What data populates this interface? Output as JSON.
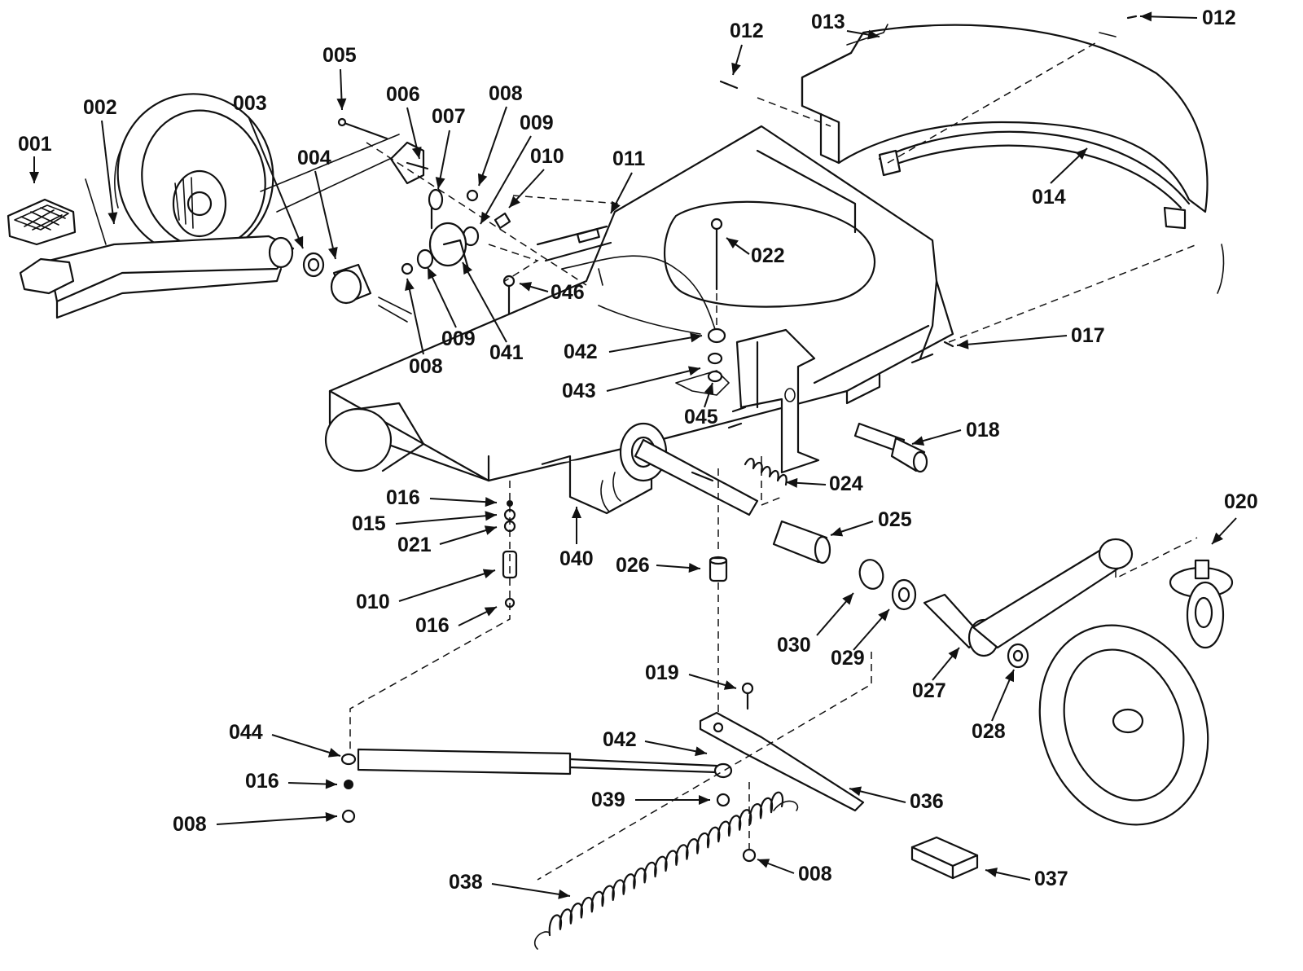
{
  "diagram": {
    "callouts": [
      "001",
      "002",
      "003",
      "004",
      "005",
      "006",
      "007",
      "008",
      "009",
      "010",
      "011",
      "012",
      "013",
      "014",
      "015",
      "016",
      "017",
      "018",
      "019",
      "020",
      "021",
      "022",
      "024",
      "025",
      "026",
      "027",
      "028",
      "029",
      "030",
      "036",
      "037",
      "038",
      "039",
      "040",
      "041",
      "042",
      "043",
      "044",
      "045",
      "046"
    ],
    "labels": [
      {
        "id": "001",
        "text": "001"
      },
      {
        "id": "002",
        "text": "002"
      },
      {
        "id": "003",
        "text": "003"
      },
      {
        "id": "004",
        "text": "004"
      },
      {
        "id": "005",
        "text": "005"
      },
      {
        "id": "006",
        "text": "006"
      },
      {
        "id": "007",
        "text": "007"
      },
      {
        "id": "008a",
        "text": "008"
      },
      {
        "id": "009a",
        "text": "009"
      },
      {
        "id": "010a",
        "text": "010"
      },
      {
        "id": "011",
        "text": "011"
      },
      {
        "id": "012a",
        "text": "012"
      },
      {
        "id": "013",
        "text": "013"
      },
      {
        "id": "012b",
        "text": "012"
      },
      {
        "id": "014",
        "text": "014"
      },
      {
        "id": "022",
        "text": "022"
      },
      {
        "id": "046",
        "text": "046"
      },
      {
        "id": "008b",
        "text": "008"
      },
      {
        "id": "009b",
        "text": "009"
      },
      {
        "id": "041",
        "text": "041"
      },
      {
        "id": "042a",
        "text": "042"
      },
      {
        "id": "043",
        "text": "043"
      },
      {
        "id": "045",
        "text": "045"
      },
      {
        "id": "017",
        "text": "017"
      },
      {
        "id": "018",
        "text": "018"
      },
      {
        "id": "024",
        "text": "024"
      },
      {
        "id": "016a",
        "text": "016"
      },
      {
        "id": "015",
        "text": "015"
      },
      {
        "id": "021",
        "text": "021"
      },
      {
        "id": "010b",
        "text": "010"
      },
      {
        "id": "016b",
        "text": "016"
      },
      {
        "id": "040",
        "text": "040"
      },
      {
        "id": "026",
        "text": "026"
      },
      {
        "id": "025",
        "text": "025"
      },
      {
        "id": "020",
        "text": "020"
      },
      {
        "id": "030",
        "text": "030"
      },
      {
        "id": "029",
        "text": "029"
      },
      {
        "id": "027",
        "text": "027"
      },
      {
        "id": "028",
        "text": "028"
      },
      {
        "id": "019",
        "text": "019"
      },
      {
        "id": "044",
        "text": "044"
      },
      {
        "id": "042b",
        "text": "042"
      },
      {
        "id": "016c",
        "text": "016"
      },
      {
        "id": "039",
        "text": "039"
      },
      {
        "id": "036",
        "text": "036"
      },
      {
        "id": "008c",
        "text": "008"
      },
      {
        "id": "038",
        "text": "038"
      },
      {
        "id": "008d",
        "text": "008"
      },
      {
        "id": "037",
        "text": "037"
      }
    ]
  }
}
